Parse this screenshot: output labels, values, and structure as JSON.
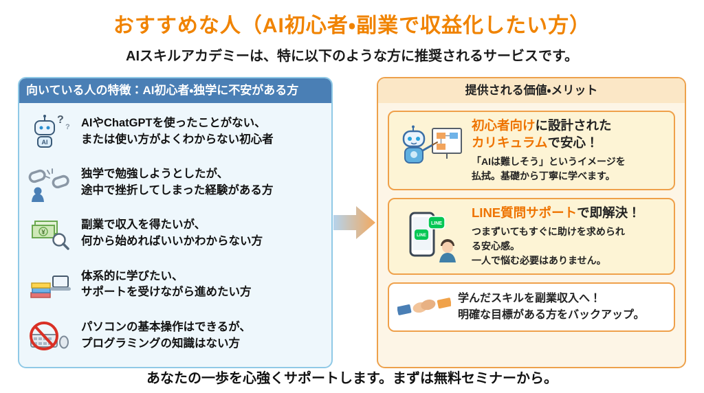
{
  "slide": {
    "title": "おすすめな人（AI初心者・副業で収益化したい方）",
    "subtitle": "AIスキルアカデミーは、特に以下のような方に推奨されるサービスです。",
    "footer": "あなたの一歩を心強くサポートします。まずは無料セミナーから。"
  },
  "colors": {
    "title_orange": "#f08300",
    "highlight_orange": "#ee7300",
    "left_border": "#8fc9e6",
    "left_bg": "#eef7fc",
    "left_header_bg": "#4a7fb5",
    "right_border": "#eda14b",
    "right_bg": "#fdf5e6",
    "right_header_bg": "#fbe7c6",
    "card_bg": "#fdf4d5",
    "line_green": "#06c755",
    "prohibition_red": "#d93025"
  },
  "left_panel": {
    "header": "向いている人の特徴：AI初心者・独学に不安がある方",
    "items": [
      {
        "icon": "robot-question-icon",
        "icon_label": "AI",
        "line1": "AIやChatGPTを使ったことがない、",
        "line2": "または使い方がよくわからない初心者"
      },
      {
        "icon": "broken-chain-icon",
        "line1": "独学で勉強しようとしたが、",
        "line2": "途中で挫折してしまった経験がある方"
      },
      {
        "icon": "money-search-icon",
        "line1": "副業で収入を得たいが、",
        "line2": "何から始めればいいかわからない方"
      },
      {
        "icon": "books-study-icon",
        "line1": "体系的に学びたい、",
        "line2": "サポートを受けながら進めたい方"
      },
      {
        "icon": "no-programming-icon",
        "line1": "パソコンの基本操作はできるが、",
        "line2": "プログラミングの知識はない方"
      }
    ]
  },
  "right_panel": {
    "header": "提供される価値・メリット",
    "cards": [
      {
        "icon": "robot-teacher-icon",
        "title_hl1": "初心者向け",
        "title_rest1": "に設計された",
        "title_hl2": "カリキュラム",
        "title_rest2": "で安心！",
        "body1": "「AIは難しそう」というイメージを",
        "body2": "払拭。基礎から丁寧に学べます。"
      },
      {
        "icon": "line-support-icon",
        "icon_label": "LINE",
        "title_hl1": "LINE質問サポート",
        "title_rest1": "で即解決！",
        "body1": "つまずいてもすぐに助けを求められ",
        "body2": "る安心感。",
        "body3": "一人で悩む必要はありません。"
      },
      {
        "icon": "handshake-icon",
        "line1": "学んだスキルを副業収入へ！",
        "line2": "明確な目標がある方をバックアップ。"
      }
    ]
  }
}
